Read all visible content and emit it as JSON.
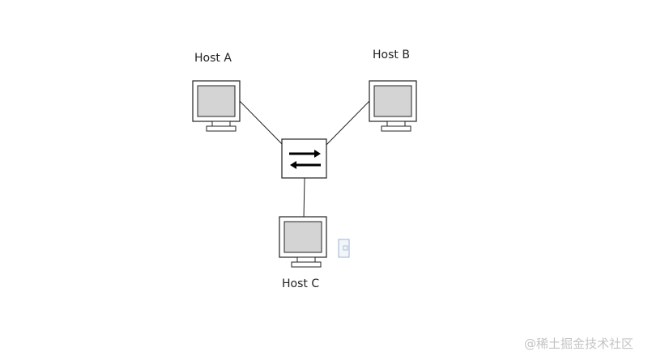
{
  "diagram": {
    "hosts": [
      {
        "id": "a",
        "label": "Host A"
      },
      {
        "id": "b",
        "label": "Host B"
      },
      {
        "id": "c",
        "label": "Host C"
      }
    ],
    "switch": {
      "icon": "switch-arrows-icon"
    },
    "colors": {
      "stroke": "#222222",
      "screen_fill": "#d4d4d4",
      "background": "#ffffff",
      "watermark": "#c4c4c4"
    }
  },
  "watermark": {
    "text": "@稀土掘金技术社区"
  }
}
